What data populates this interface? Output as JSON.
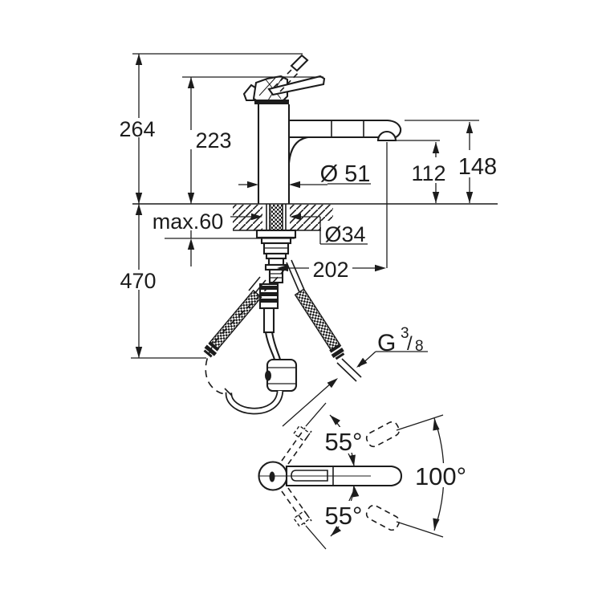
{
  "drawing": {
    "type": "technical dimension drawing",
    "subject": "pull-out spray kitchen faucet with installation hoses, side elevation and plan view",
    "line_color": "#1c1c1c",
    "background_color": "#ffffff",
    "dims": {
      "overall_height": "264",
      "body_height": "223",
      "spout_top_height": "148",
      "outlet_height": "112",
      "body_diameter": "Ø 51",
      "deck_thickness": "max.60",
      "hole_diameter": "Ø34",
      "spout_reach": "202",
      "hose_drop": "470"
    },
    "thread": {
      "prefix": "G",
      "numerator": "3",
      "slash": "/",
      "denominator": "8"
    },
    "angles": {
      "swivel_upper": "55°",
      "swivel_lower": "55°",
      "swivel_total": "100°"
    }
  }
}
